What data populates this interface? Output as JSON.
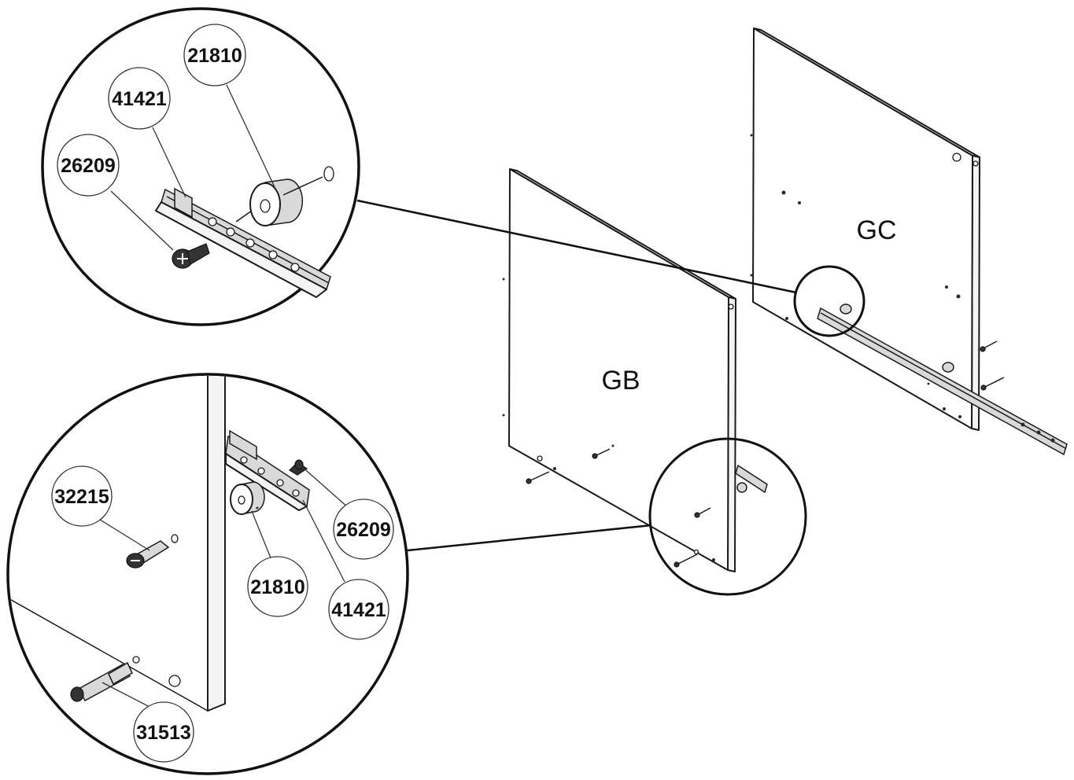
{
  "panels": {
    "gb": "GB",
    "gc": "GC"
  },
  "part_numbers": {
    "top_roller": "21810",
    "top_rail": "41421",
    "top_screw": "26209",
    "bottom_bolt": "32215",
    "bottom_screw": "26209",
    "bottom_roller": "21810",
    "bottom_rail": "41421",
    "bottom_dowel": "31513"
  },
  "icons": [
    "magnifier-callout",
    "roller-wheel",
    "track-rail",
    "screw",
    "cam-bolt",
    "dowel"
  ]
}
